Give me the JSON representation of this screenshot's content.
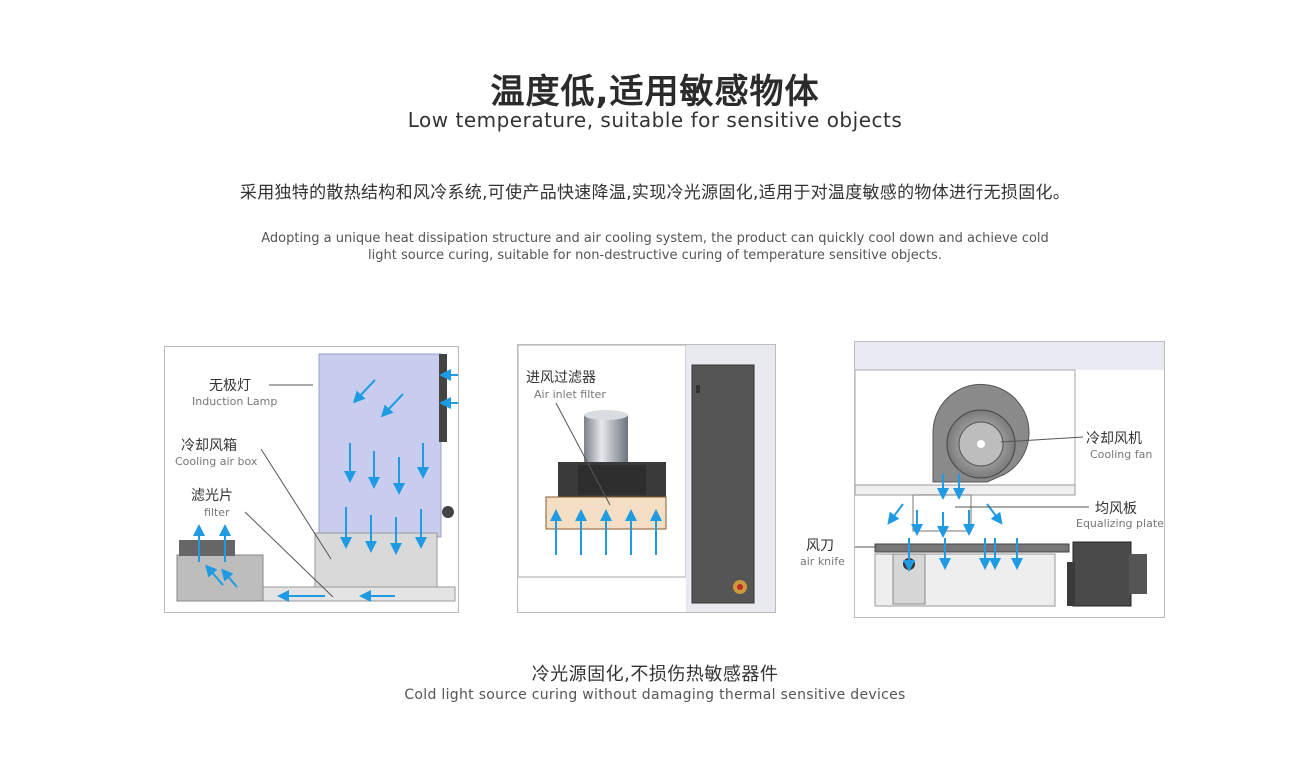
{
  "header": {
    "title_cn": "温度低,适用敏感物体",
    "title_en": "Low temperature, suitable for sensitive objects"
  },
  "description": {
    "cn": "采用独特的散热结构和风冷系统,可使产品快速降温,实现冷光源固化,适用于对温度敏感的物体进行无损固化。",
    "en_line1": "Adopting a unique heat dissipation structure and air cooling system, the product can quickly cool down and achieve cold",
    "en_line2": "light source curing, suitable for non-destructive curing of temperature sensitive objects."
  },
  "panel1": {
    "lamp_cn": "无极灯",
    "lamp_en": "Induction Lamp",
    "box_cn": "冷却风箱",
    "box_en": "Cooling air box",
    "filter_cn": "滤光片",
    "filter_en": "filter"
  },
  "panel2": {
    "inlet_cn": "进风过滤器",
    "inlet_en": "Air inlet filter"
  },
  "panel3": {
    "fan_cn": "冷却风机",
    "fan_en": "Cooling fan",
    "plate_cn": "均风板",
    "plate_en": "Equalizing plate",
    "knife_cn": "风刀",
    "knife_en": "air knife"
  },
  "caption": {
    "cn": "冷光源固化,不损伤热敏感器件",
    "en": "Cold light source curing without damaging thermal sensitive devices"
  },
  "colors": {
    "arrow": "#1e9be3",
    "lamp": "#c8cdf0",
    "dark_gray": "#555555"
  }
}
